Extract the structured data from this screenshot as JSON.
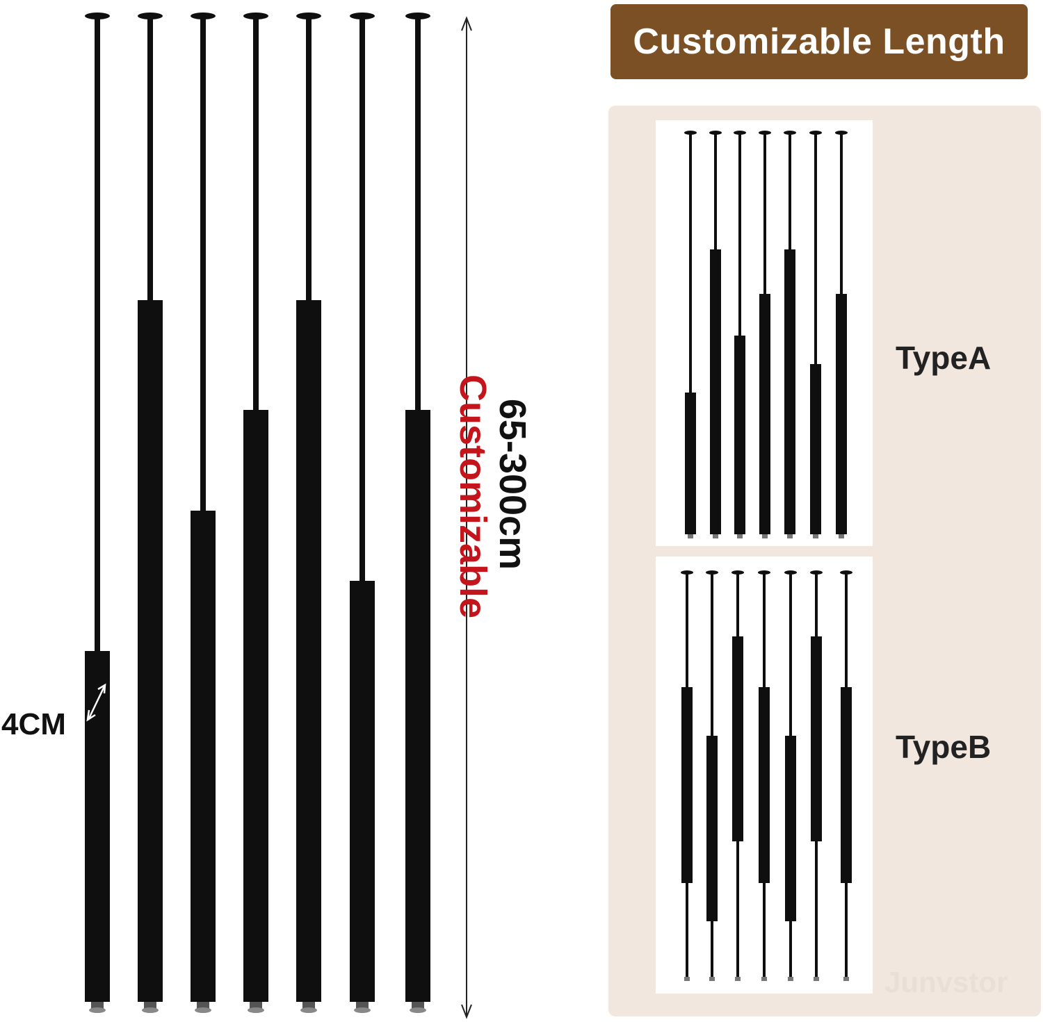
{
  "title": "Customizable Length",
  "vertical_label": "Customizable",
  "range_label": "65-300cm",
  "width_label": "4CM",
  "type_a_label": "TypeA",
  "type_b_label": "TypeB",
  "watermark": "Junvstor",
  "colors": {
    "banner": "#7b5024",
    "accent_red": "#c4141c",
    "panel": "#f1e7df",
    "leg": "#0f0f0f"
  }
}
